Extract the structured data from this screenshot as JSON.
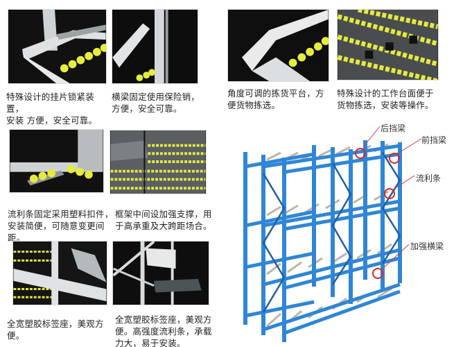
{
  "panels": [
    {
      "id": "hanger-lock",
      "caption": "特殊设计的挂片锁紧装置，安装 方便，安全可靠。",
      "lines": [
        "特殊设计的挂片锁紧装置，",
        "安装 方便，安全可靠。"
      ],
      "icon": "rack-joint-photo"
    },
    {
      "id": "beam-pin",
      "caption": "横梁固定使用保险销，方便，安全可靠。",
      "lines": [
        "横梁固定使用保险销，",
        "方便，安全可靠。"
      ],
      "icon": "beam-pin-photo"
    },
    {
      "id": "picking-platform",
      "caption": "角度可调的拣货平台，方便货物拣选。",
      "lines": [
        "角度可调的拣货平台，方",
        "便货物拣选。"
      ],
      "icon": "platform-photo"
    },
    {
      "id": "work-surface",
      "caption": "特殊设计的工作台面便于货物拣选，安装等操作。",
      "lines": [
        "特殊设计的工作台面便于",
        "货物拣选，安装等操作。"
      ],
      "icon": "roller-tracks-photo"
    },
    {
      "id": "plastic-clips",
      "caption": "流利条固定采用塑料扣件，安装简便，可随意变更间距。",
      "lines": [
        "流利条固定采用塑料扣件，",
        "安装简便，可随意变更间距。"
      ],
      "icon": "clip-photo"
    },
    {
      "id": "mid-support",
      "caption": "框架中间设加强支撑，用于高承重及大跨距场合。",
      "lines": [
        "框架中间设加强支撑，用",
        "于高承重及大跨距场合。"
      ],
      "icon": "support-photo"
    },
    {
      "id": "label-holder",
      "caption": "全宽塑胶标签座，美观方便。",
      "lines": [
        "全宽塑胶标签座，美观方",
        "便。"
      ],
      "icon": "label-holder-photo"
    },
    {
      "id": "label-holder-rail",
      "caption": "全宽塑胶标签座，美观方便。高强度流利条，承载力大，易于安装。",
      "lines": [
        "全宽塑胶标签座，美观方",
        "便。高强度流利条，承载",
        "力大，易于安装。"
      ],
      "icon": "shelf-photo"
    }
  ],
  "diagram": {
    "labels": {
      "rear_beam": "后挡梁",
      "front_beam": "前挡梁",
      "flow_rail": "流利条",
      "reinforce_beam": "加强横梁"
    },
    "colors": {
      "frame": "#2f86d6",
      "frame_dark": "#1e5fa8",
      "callout": "#d62828",
      "rail": "#b9b2a5"
    }
  }
}
